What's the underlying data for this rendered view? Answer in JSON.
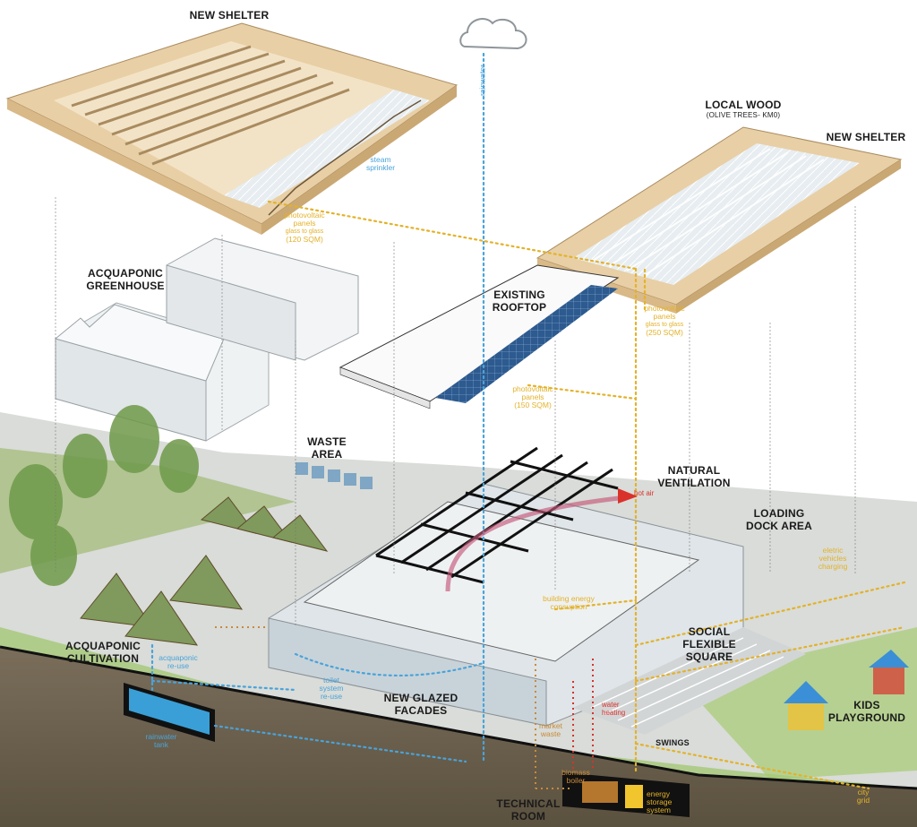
{
  "labels": {
    "new_shelter_left": "NEW SHELTER",
    "new_shelter_right": "NEW SHELTER",
    "local_wood": "LOCAL WOOD",
    "local_wood_sub": "(OLIVE TREES- KM0)",
    "acquaponic_greenhouse_1": "ACQUAPONIC",
    "acquaponic_greenhouse_2": "GREENHOUSE",
    "existing_rooftop_1": "EXISTING",
    "existing_rooftop_2": "ROOFTOP",
    "waste_area_1": "WASTE",
    "waste_area_2": "AREA",
    "natural_ventilation_1": "NATURAL",
    "natural_ventilation_2": "VENTILATION",
    "loading_dock_1": "LOADING",
    "loading_dock_2": "DOCK AREA",
    "acquaponic_cultivation_1": "ACQUAPONIC",
    "acquaponic_cultivation_2": "CULTIVATION",
    "social_square_1": "SOCIAL",
    "social_square_2": "FLEXIBLE",
    "social_square_3": "SQUARE",
    "new_glazed_1": "NEW GLAZED",
    "new_glazed_2": "FACADES",
    "kids_playground_1": "KIDS",
    "kids_playground_2": "PLAYGROUND",
    "technical_room_1": "TECHNICAL",
    "technical_room_2": "ROOM",
    "swings": "SWINGS"
  },
  "annotations": {
    "rainwater": "rainwater",
    "steam_1": "steam",
    "steam_2": "sprinkler",
    "pv_left_1": "photovoltaic",
    "pv_left_2": "panels",
    "pv_left_3": "glass to glass",
    "pv_left_4": "(120 SQM)",
    "pv_right_1": "photovoltaic",
    "pv_right_2": "panels",
    "pv_right_3": "glass to glass",
    "pv_right_4": "(250 SQM)",
    "pv_mid_1": "photovoltaic",
    "pv_mid_2": "panels",
    "pv_mid_3": "(150 SQM)",
    "hot_air": "hot air",
    "electric_1": "eletric",
    "electric_2": "vehicles",
    "electric_3": "charging",
    "energy_1": "building energy",
    "energy_2": "consuption",
    "acq_reuse_1": "acquaponic",
    "acq_reuse_2": "re-use",
    "toilet_1": "toilet",
    "toilet_2": "system",
    "toilet_3": "re-use",
    "rain_tank_1": "rainwater",
    "rain_tank_2": "tank",
    "market_1": "market",
    "market_2": "waste",
    "water_heating_1": "water",
    "water_heating_2": "heating",
    "biomass_1": "biomass",
    "biomass_2": "boiler",
    "energy_storage_1": "energy",
    "energy_storage_2": "storage",
    "energy_storage_3": "system",
    "city_grid_1": "city",
    "city_grid_2": "grid"
  },
  "colors": {
    "yellow_flow": "#e3b22a",
    "blue_flow": "#4aa3da",
    "red_flow": "#d9322b",
    "wood": "#e8cfa5",
    "soil": "#6e6250"
  }
}
